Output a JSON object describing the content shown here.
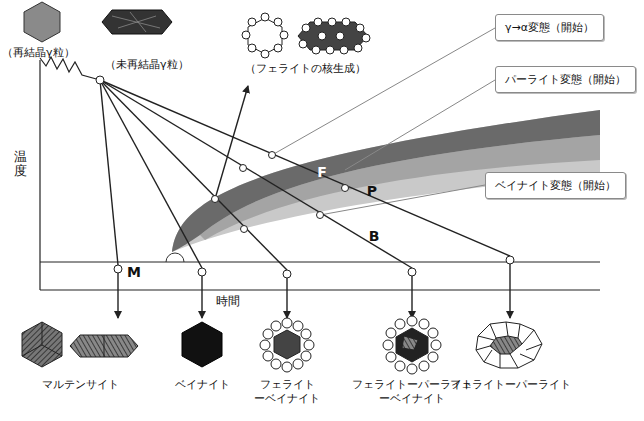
{
  "diagram": {
    "nodes": [
      {
        "text": [
          "γ→α変態（開始）"
        ]
      },
      {
        "text": [
          "パーライト変態（開始）"
        ]
      },
      {
        "text": [
          "ベイナイト変態（開始）"
        ]
      }
    ],
    "labels": [
      "（再結晶γ粒）",
      "（未再結晶γ粒）",
      "（フェライトの核生成）",
      "温度",
      "F",
      "P",
      "B",
      "M",
      "時間",
      "マルテンサイト",
      "ベイナイト",
      "フェライト ーベイナイト",
      "フェライトーパーライト ーベイナイト",
      "フェライトーパーライト"
    ]
  }
}
